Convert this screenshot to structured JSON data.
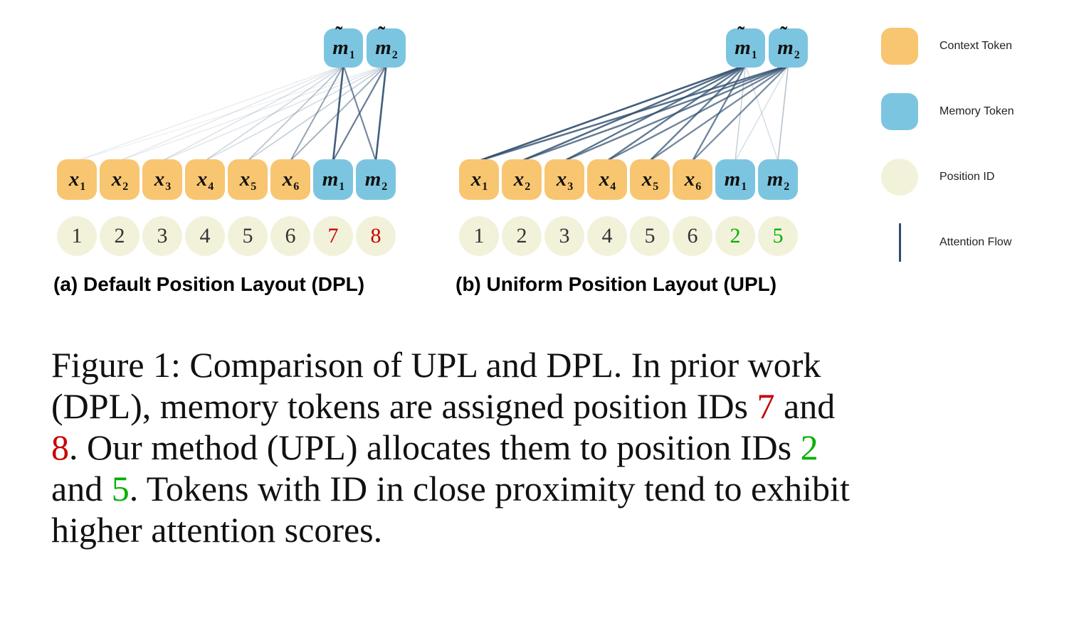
{
  "colors": {
    "context": "#F8C571",
    "memory": "#7CC5E1",
    "position": "#F2F2DB",
    "line": "#2E4D6E",
    "red": "#C80000",
    "green": "#00B000",
    "default_digit": "#333333"
  },
  "panels": [
    {
      "key": "a",
      "caption": "(a) Default Position Layout (DPL)",
      "memory_top": [
        {
          "base": "m",
          "sub": "1",
          "tilde": true,
          "type": "memory"
        },
        {
          "base": "m",
          "sub": "2",
          "tilde": true,
          "type": "memory"
        }
      ],
      "tokens": [
        {
          "base": "x",
          "sub": "1",
          "tilde": false,
          "type": "context"
        },
        {
          "base": "x",
          "sub": "2",
          "tilde": false,
          "type": "context"
        },
        {
          "base": "x",
          "sub": "3",
          "tilde": false,
          "type": "context"
        },
        {
          "base": "x",
          "sub": "4",
          "tilde": false,
          "type": "context"
        },
        {
          "base": "x",
          "sub": "5",
          "tilde": false,
          "type": "context"
        },
        {
          "base": "x",
          "sub": "6",
          "tilde": false,
          "type": "context"
        },
        {
          "base": "m",
          "sub": "1",
          "tilde": false,
          "type": "memory"
        },
        {
          "base": "m",
          "sub": "2",
          "tilde": false,
          "type": "memory"
        }
      ],
      "position_ids": [
        {
          "value": "1",
          "color": "default"
        },
        {
          "value": "2",
          "color": "default"
        },
        {
          "value": "3",
          "color": "default"
        },
        {
          "value": "4",
          "color": "default"
        },
        {
          "value": "5",
          "color": "default"
        },
        {
          "value": "6",
          "color": "default"
        },
        {
          "value": "7",
          "color": "red"
        },
        {
          "value": "8",
          "color": "red"
        }
      ],
      "attention": [
        [
          0.1,
          0.13,
          0.17,
          0.22,
          0.32,
          0.5,
          0.9,
          0.65
        ],
        [
          0.08,
          0.11,
          0.15,
          0.2,
          0.28,
          0.45,
          0.7,
          0.9
        ]
      ]
    },
    {
      "key": "b",
      "caption": "(b) Uniform Position Layout (UPL)",
      "memory_top": [
        {
          "base": "m",
          "sub": "1",
          "tilde": true,
          "type": "memory"
        },
        {
          "base": "m",
          "sub": "2",
          "tilde": true,
          "type": "memory"
        }
      ],
      "tokens": [
        {
          "base": "x",
          "sub": "1",
          "tilde": false,
          "type": "context"
        },
        {
          "base": "x",
          "sub": "2",
          "tilde": false,
          "type": "context"
        },
        {
          "base": "x",
          "sub": "3",
          "tilde": false,
          "type": "context"
        },
        {
          "base": "x",
          "sub": "4",
          "tilde": false,
          "type": "context"
        },
        {
          "base": "x",
          "sub": "5",
          "tilde": false,
          "type": "context"
        },
        {
          "base": "x",
          "sub": "6",
          "tilde": false,
          "type": "context"
        },
        {
          "base": "m",
          "sub": "1",
          "tilde": false,
          "type": "memory"
        },
        {
          "base": "m",
          "sub": "2",
          "tilde": false,
          "type": "memory"
        }
      ],
      "position_ids": [
        {
          "value": "1",
          "color": "default"
        },
        {
          "value": "2",
          "color": "default"
        },
        {
          "value": "3",
          "color": "default"
        },
        {
          "value": "4",
          "color": "default"
        },
        {
          "value": "5",
          "color": "default"
        },
        {
          "value": "6",
          "color": "default"
        },
        {
          "value": "2",
          "color": "green"
        },
        {
          "value": "5",
          "color": "green"
        }
      ],
      "attention": [
        [
          0.9,
          0.82,
          0.78,
          0.75,
          0.72,
          0.7,
          0.25,
          0.18
        ],
        [
          0.8,
          0.75,
          0.72,
          0.7,
          0.66,
          0.64,
          0.18,
          0.32
        ]
      ]
    }
  ],
  "legend": {
    "items": [
      {
        "swatch": "context",
        "label": "Context Token"
      },
      {
        "swatch": "memory",
        "label": "Memory Token"
      },
      {
        "swatch": "position",
        "label": "Position ID"
      },
      {
        "swatch": "line",
        "label": "Attention Flow"
      }
    ]
  },
  "caption": {
    "lines": [
      [
        {
          "t": "Figure 1: Comparison of UPL and DPL. In prior work"
        }
      ],
      [
        {
          "t": "(DPL), memory tokens are assigned position IDs "
        },
        {
          "t": "7",
          "c": "red"
        },
        {
          "t": " and"
        }
      ],
      [
        {
          "t": "8",
          "c": "red"
        },
        {
          "t": ". Our method (UPL) allocates them to position IDs "
        },
        {
          "t": "2",
          "c": "green"
        }
      ],
      [
        {
          "t": "and "
        },
        {
          "t": "5",
          "c": "green"
        },
        {
          "t": ". Tokens with ID in close proximity tend to exhibit"
        }
      ],
      [
        {
          "t": "higher attention scores."
        }
      ]
    ]
  }
}
